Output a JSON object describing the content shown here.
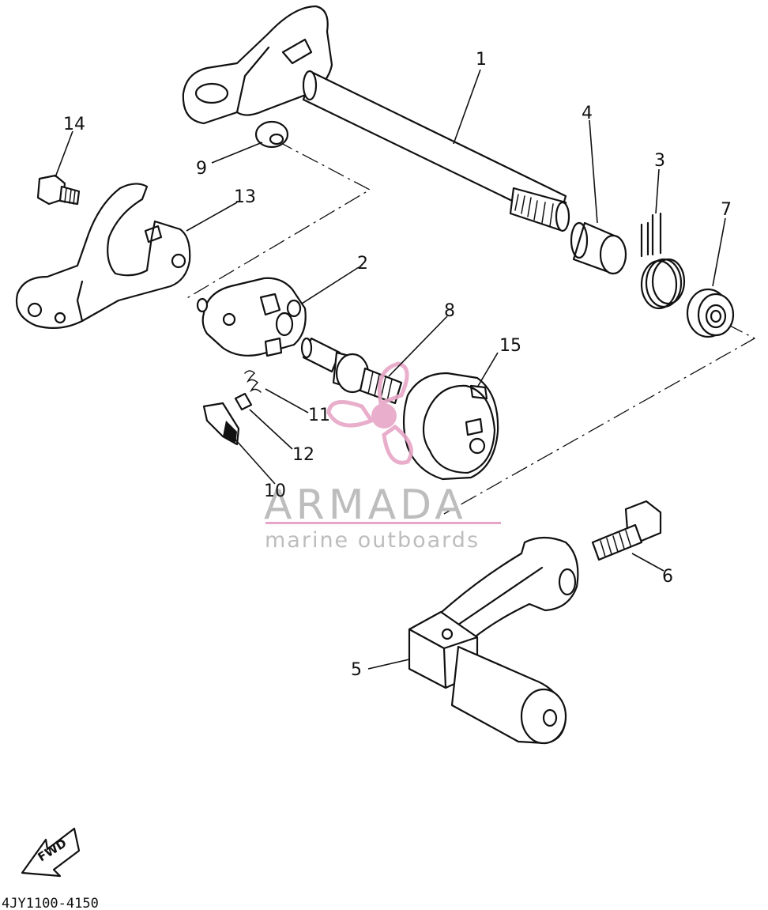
{
  "diagram": {
    "part_labels": [
      {
        "id": "1",
        "text": "1"
      },
      {
        "id": "2",
        "text": "2"
      },
      {
        "id": "3",
        "text": "3"
      },
      {
        "id": "4",
        "text": "4"
      },
      {
        "id": "5",
        "text": "5"
      },
      {
        "id": "6",
        "text": "6"
      },
      {
        "id": "7",
        "text": "7"
      },
      {
        "id": "8",
        "text": "8"
      },
      {
        "id": "9",
        "text": "9"
      },
      {
        "id": "10",
        "text": "10"
      },
      {
        "id": "11",
        "text": "11"
      },
      {
        "id": "12",
        "text": "12"
      },
      {
        "id": "13",
        "text": "13"
      },
      {
        "id": "14",
        "text": "14"
      },
      {
        "id": "15",
        "text": "15"
      }
    ],
    "fwd_label": "FWD",
    "diagram_code": "4JY1100-4150"
  },
  "watermark": {
    "brand": "ARMADA",
    "tagline": "marine outboards",
    "colors": {
      "logo_pink": "#e7a6c6",
      "text_gray": "#bdbdbd"
    }
  }
}
